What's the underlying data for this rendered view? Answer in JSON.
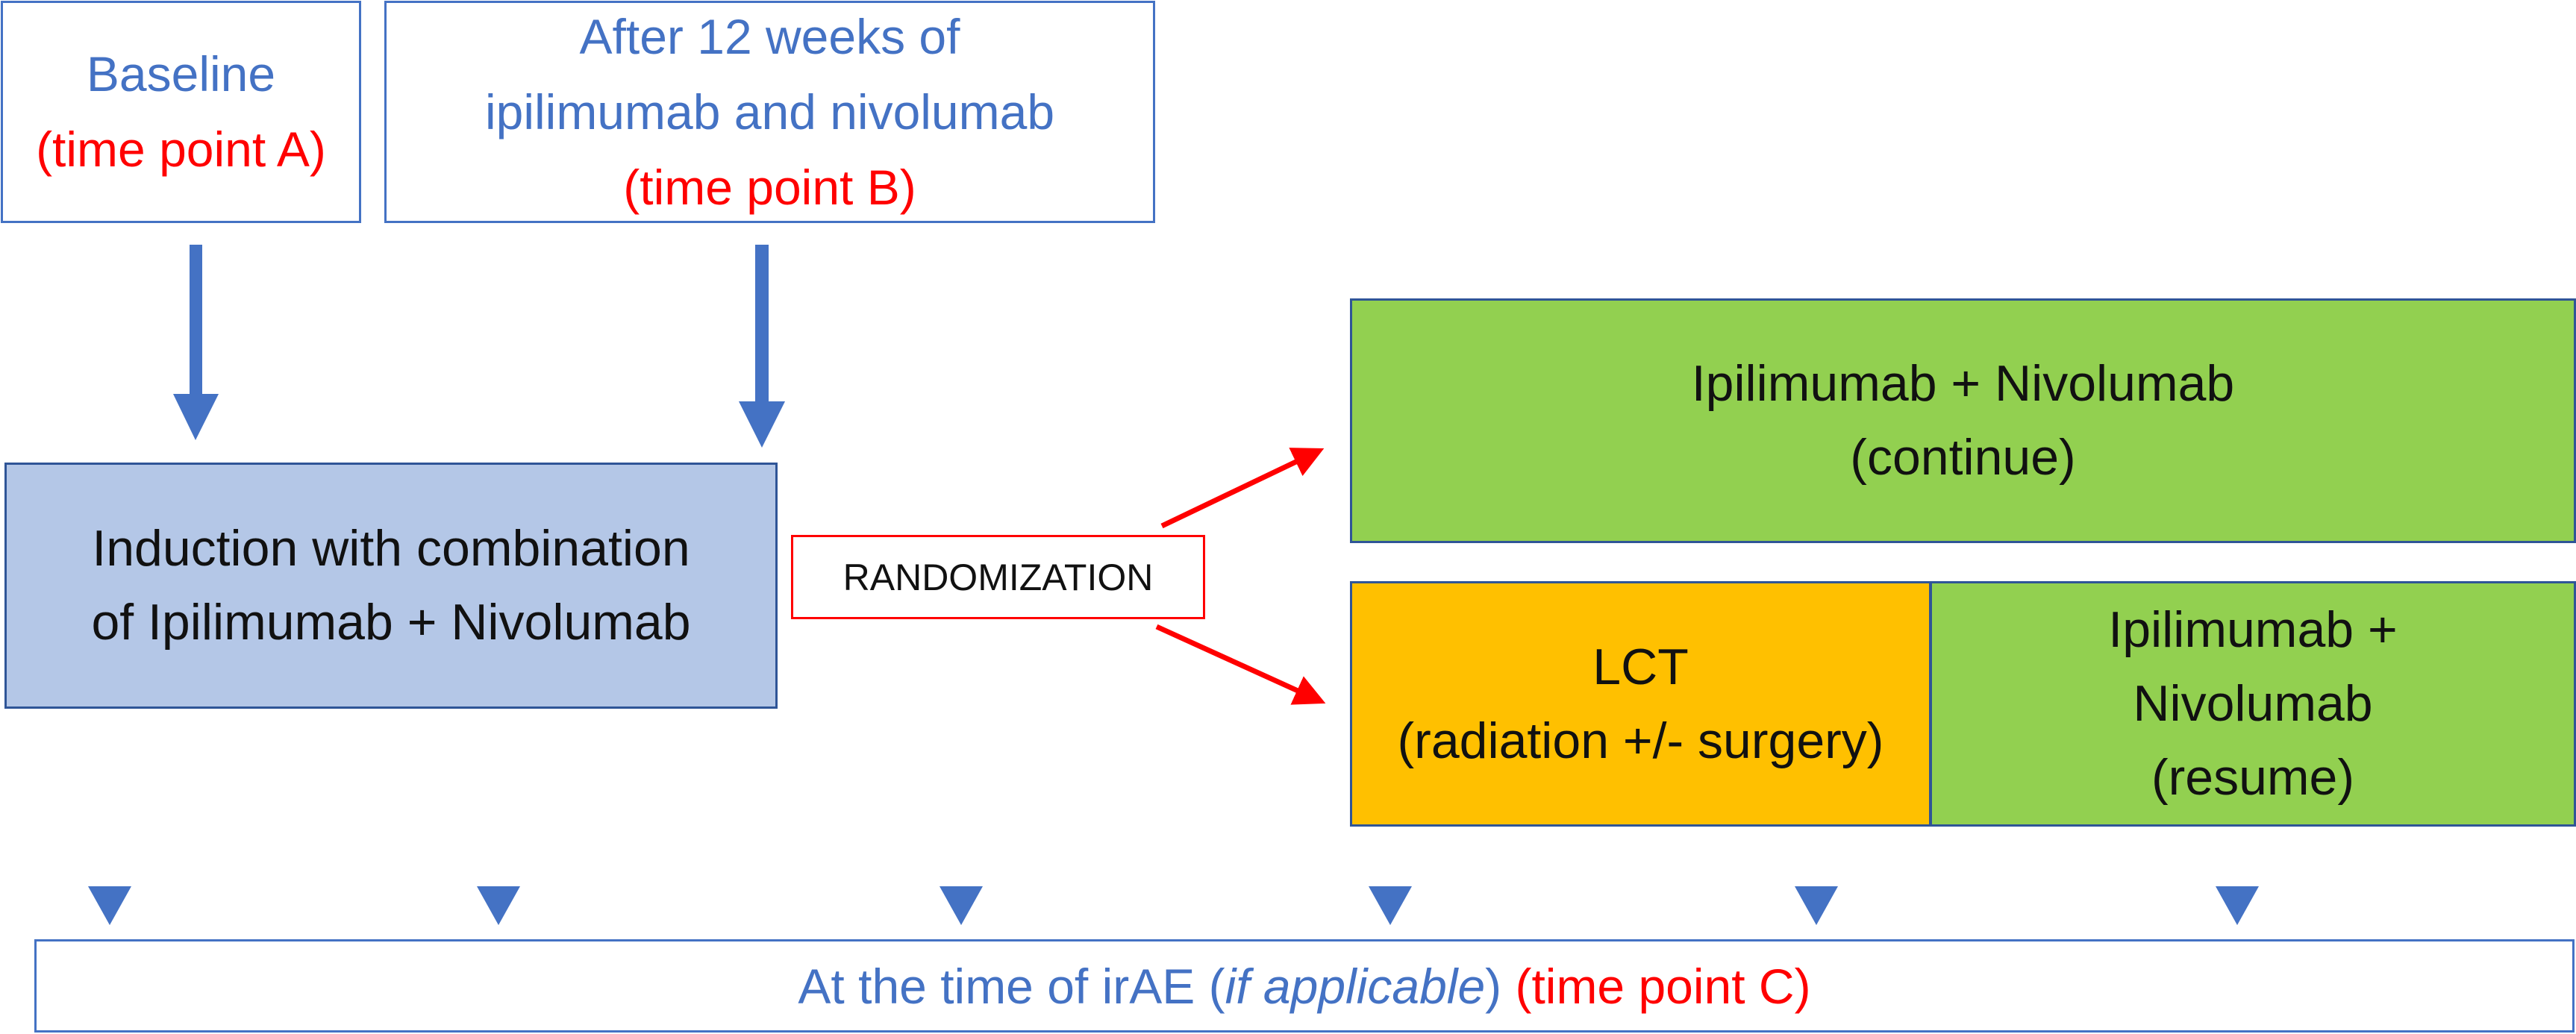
{
  "baseline": {
    "line1": "Baseline",
    "line2": "(time point A)"
  },
  "after": {
    "line1": "After 12 weeks of",
    "line2": "ipilimumab and nivolumab",
    "line3": "(time point B)"
  },
  "induction": {
    "line1": "Induction with combination",
    "line2": "of Ipilimumab + Nivolumab"
  },
  "randomization": "RANDOMIZATION",
  "continue_arm": {
    "line1": "Ipilimumab + Nivolumab",
    "line2": "(continue)"
  },
  "lct_arm": {
    "line1": "LCT",
    "line2": "(radiation +/- surgery)"
  },
  "resume_arm": {
    "line1": "Ipilimumab +",
    "line2": "Nivolumab",
    "line3": "(resume)"
  },
  "irae": {
    "prefix": "At the time of irAE (",
    "italic": "if applicable",
    "suffix": ")",
    "timepoint": " (time point C)"
  },
  "colors": {
    "blue": "#4472C4",
    "red": "#FF0000",
    "green": "#92D050",
    "orange": "#FFC000",
    "light_blue": "#B4C7E7"
  }
}
